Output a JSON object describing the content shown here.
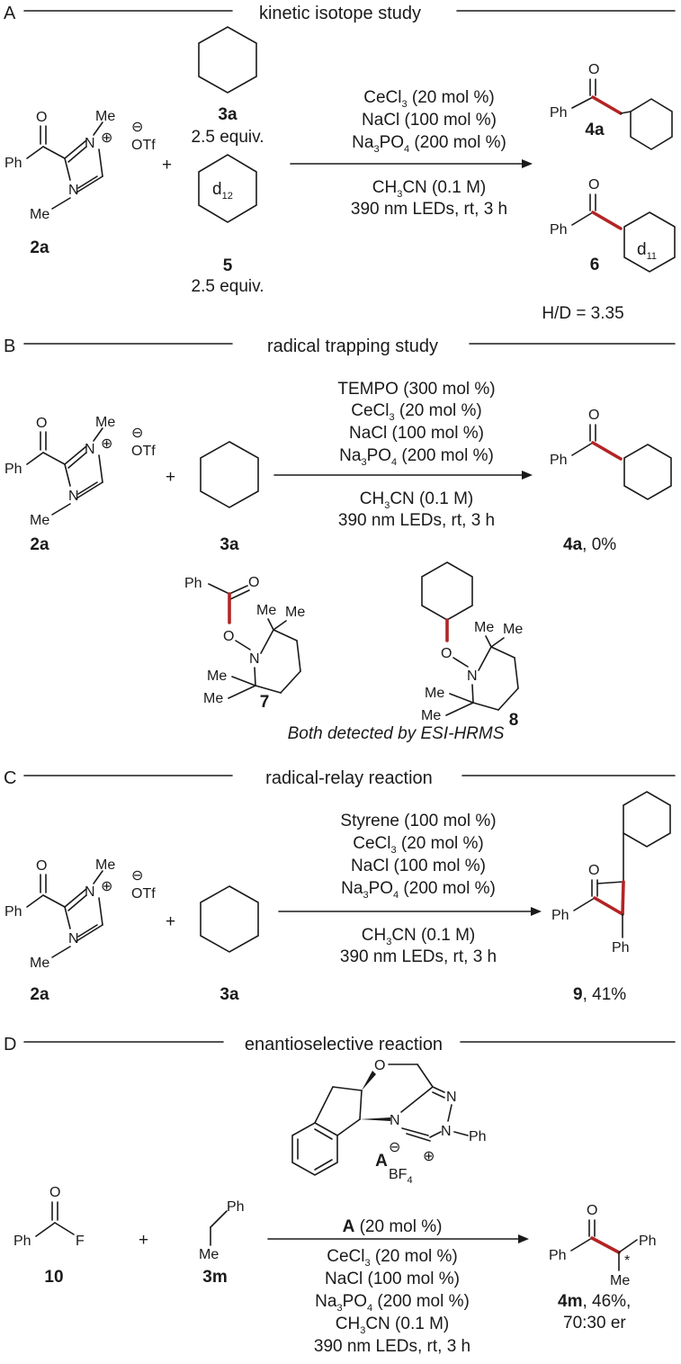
{
  "sections": {
    "A": {
      "letter": "A",
      "title": "kinetic isotope study",
      "conditions": [
        "CeCl3 (20 mol %)",
        "NaCl (100 mol %)",
        "Na3PO4 (200 mol %)",
        "CH3CN (0.1 M)",
        "390 nm LEDs, rt, 3 h"
      ],
      "reagent_3a_label": "3a",
      "reagent_3a_equiv": "2.5 equiv.",
      "reagent_5_label": "5",
      "reagent_5_equiv": "2.5 equiv.",
      "d12": "d12",
      "substrate_label": "2a",
      "product_4a_label": "4a",
      "product_6_label": "6",
      "d11": "d11",
      "kie_value": "H/D = 3.35"
    },
    "B": {
      "letter": "B",
      "title": "radical trapping study",
      "conditions": [
        "TEMPO (300 mol %)",
        "CeCl3 (20 mol %)",
        "NaCl (100 mol %)",
        "Na3PO4 (200 mol %)",
        "CH3CN (0.1 M)",
        "390 nm LEDs, rt, 3 h"
      ],
      "substrate_label": "2a",
      "reagent_label": "3a",
      "product_label": "4a",
      "product_yield": ", 0%",
      "adduct_7_label": "7",
      "adduct_8_label": "8",
      "detection_note": "Both detected by ESI-HRMS"
    },
    "C": {
      "letter": "C",
      "title": "radical-relay reaction",
      "conditions": [
        "Styrene (100 mol %)",
        "CeCl3 (20 mol %)",
        "NaCl (100 mol %)",
        "Na3PO4 (200 mol %)",
        "CH3CN (0.1 M)",
        "390 nm LEDs, rt, 3 h"
      ],
      "substrate_label": "2a",
      "reagent_label": "3a",
      "product_label": "9",
      "product_yield": ", 41%"
    },
    "D": {
      "letter": "D",
      "title": "enantioselective reaction",
      "conditions": [
        "A (20 mol %)",
        "CeCl3 (20 mol %)",
        "NaCl (100 mol %)",
        "Na3PO4 (200 mol %)",
        "CH3CN (0.1 M)",
        "390 nm LEDs, rt, 3 h"
      ],
      "catalyst_label": "A",
      "catalyst_counterion": "BF4",
      "substrate_label": "10",
      "reagent_label": "3m",
      "product_label": "4m",
      "product_yield": ", 46%,",
      "product_er": "70:30 er"
    }
  },
  "atoms": {
    "Ph": "Ph",
    "Me": "Me",
    "O": "O",
    "N": "N",
    "F": "F",
    "OTf": "OTf",
    "plus": "+",
    "star": "*",
    "minus_charge": "⊖",
    "plus_charge": "⊕"
  },
  "colors": {
    "highlight_bond": "#b32424",
    "ink": "#1a1a1a"
  }
}
